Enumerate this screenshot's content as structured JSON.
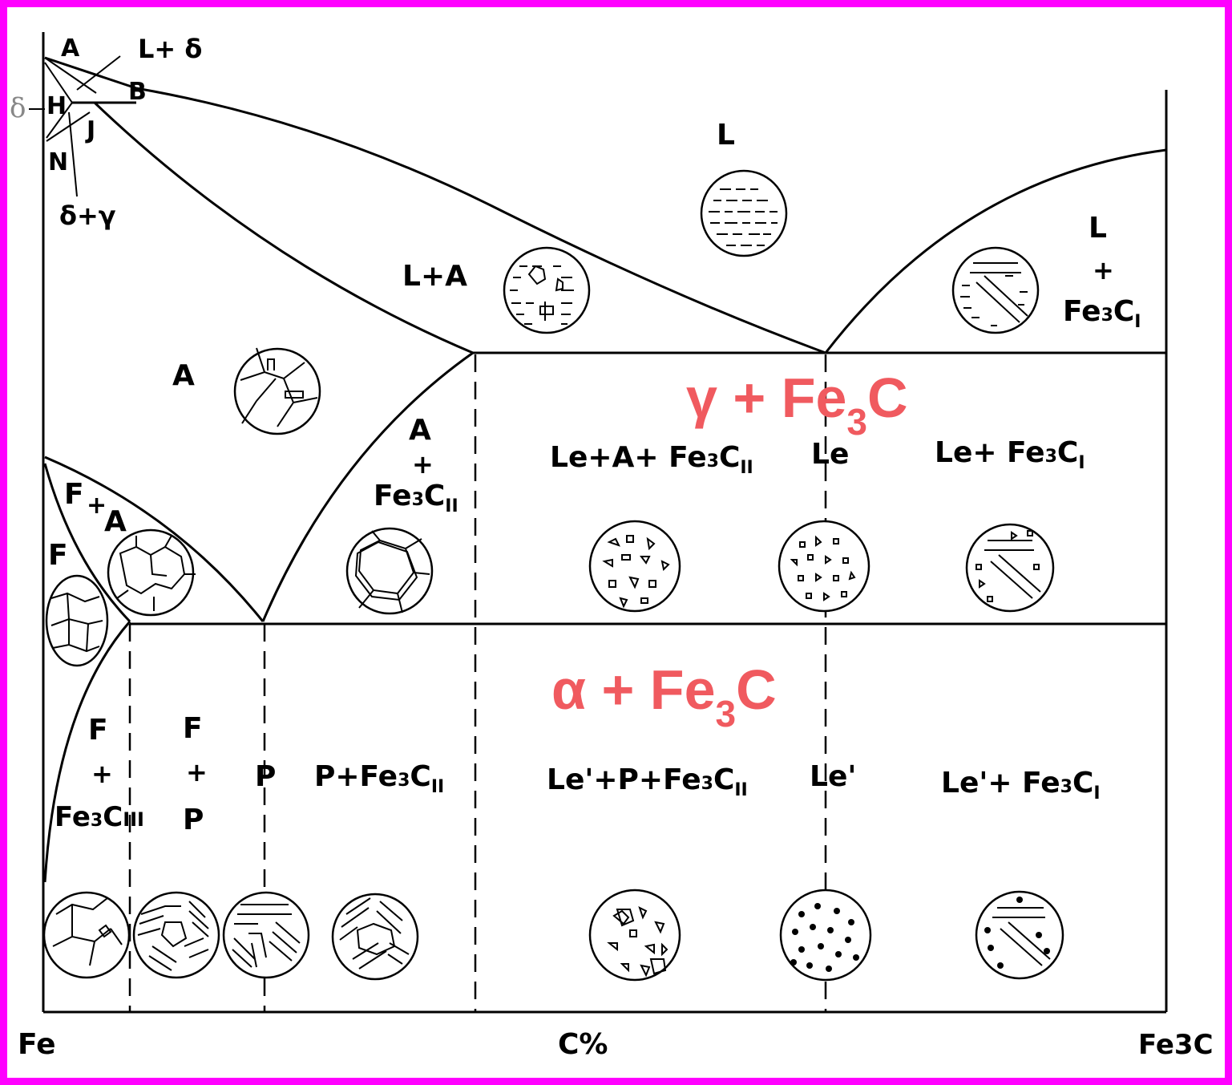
{
  "axis": {
    "left": "Fe",
    "center": "C%",
    "right": "Fe3C"
  },
  "points": {
    "A": "A",
    "B": "B",
    "H": "H",
    "J": "J",
    "N": "N",
    "delta": "δ"
  },
  "top_left": {
    "l_delta": "L+ δ",
    "delta_gamma": "δ+γ"
  },
  "regions": {
    "L": "L",
    "L_A": "L+A",
    "L_fe3c": {
      "l": "L",
      "plus": "+",
      "fe": "Fe",
      "sub3": "3",
      "c": "C",
      "sub": "I"
    },
    "A": "A",
    "A_fe3c": {
      "a": "A",
      "plus": "+",
      "fe": "Fe",
      "sub3": "3",
      "c": "C",
      "sub": "II"
    },
    "F_A": {
      "f": "F",
      "plus": "+",
      "a": "A"
    },
    "F": "F",
    "le_a_fe3c": {
      "text": "Le+A+ Fe",
      "sub3": "3",
      "c": "C",
      "sub": "II"
    },
    "le": "Le",
    "le_fe3c": {
      "text": "Le+ Fe",
      "sub3": "3",
      "c": "C",
      "sub": "I"
    },
    "F_fe3c3": {
      "f": "F",
      "plus": "+",
      "fe": "Fe",
      "sub3": "3",
      "c": "C",
      "sub": "III"
    },
    "F_P": {
      "f": "F",
      "plus": "+",
      "p": "P"
    },
    "P": "P",
    "P_fe3c": {
      "text": "P+Fe",
      "sub3": "3",
      "c": "C",
      "sub": "II"
    },
    "lep_p_fe3c": {
      "text": "Le'+P+Fe",
      "sub3": "3",
      "c": "C",
      "sub": "II"
    },
    "lep": "Le'",
    "lep_fe3c": {
      "text": "Le'+ Fe",
      "sub3": "3",
      "c": "C",
      "sub": "I"
    }
  },
  "overlays": {
    "gamma": {
      "symbol": "γ + Fe",
      "sub": "3",
      "c": "C",
      "color": "#f05a5f"
    },
    "alpha": {
      "symbol": "α + Fe",
      "sub": "3",
      "c": "C",
      "color": "#f05a5f"
    }
  },
  "colors": {
    "frame": "#ff00ff",
    "lines": "#000000",
    "overlay": "#f05a5f"
  }
}
